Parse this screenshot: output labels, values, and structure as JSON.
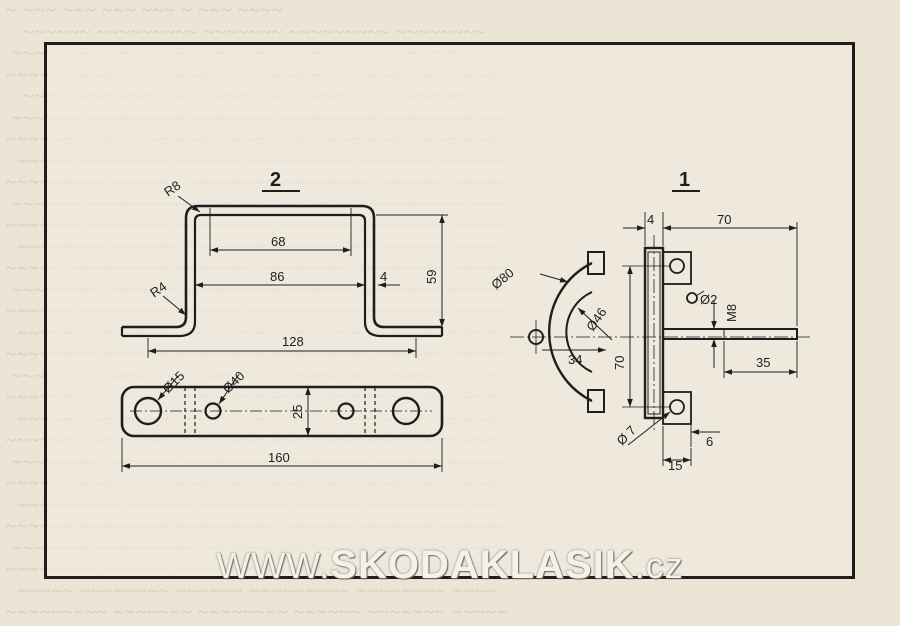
{
  "labels": {
    "view2": "2",
    "view1": "1",
    "r8": "R8",
    "r4": "R4",
    "d68": "68",
    "d86": "86",
    "d4a": "4",
    "d59": "59",
    "d128": "128",
    "phi15": "Ø15",
    "phi40": "Ø40",
    "d25": "25",
    "d160": "160",
    "d4b": "4",
    "d70a": "70",
    "phi80": "Ø80",
    "phi46": "Ø46",
    "phi2": "Ø2",
    "m8": "M8",
    "d34": "34",
    "d70b": "70",
    "d35": "35",
    "phi7": "Ø 7",
    "d6": "6",
    "d15": "15"
  },
  "watermark": {
    "pre": "WWW.",
    "brand": "SKODAKLASIK",
    "post": ".cz"
  },
  "colors": {
    "ink": "#1e1e1e",
    "paper": "#ece5d6"
  }
}
